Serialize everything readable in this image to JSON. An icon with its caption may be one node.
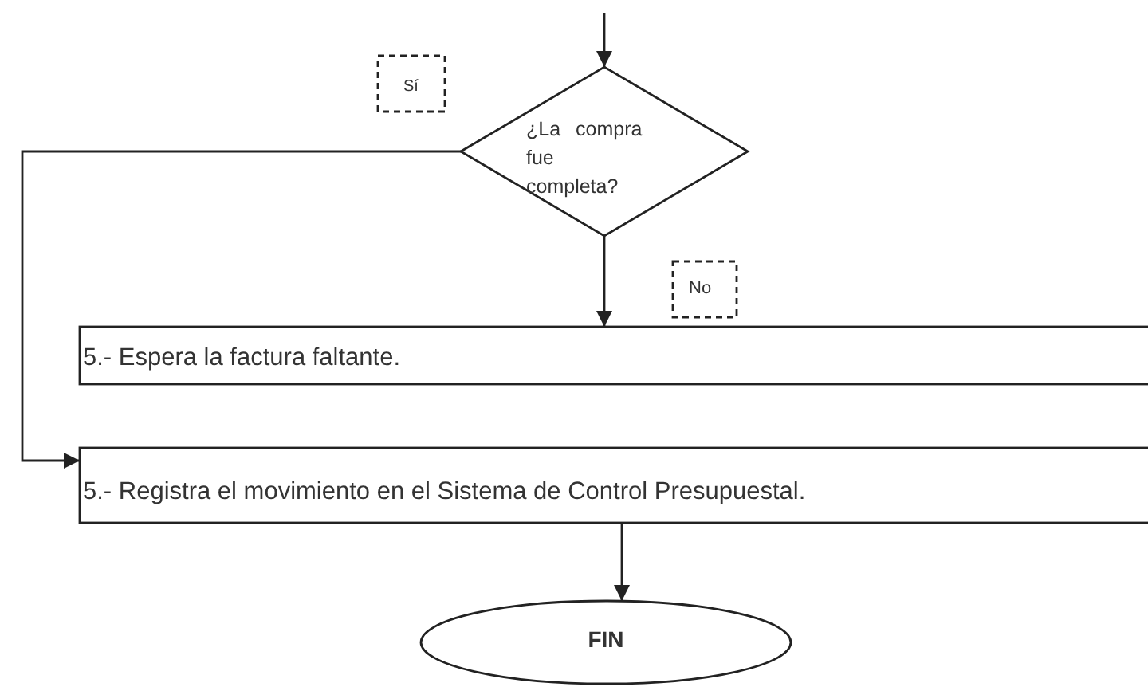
{
  "diagram": {
    "nodes": [
      {
        "text": [
          "Sí"
        ]
      },
      {
        "text": [
          "¿La compra fue completa?"
        ]
      },
      {
        "text": [
          "No"
        ]
      },
      {
        "text": [
          "5.- Espera la factura faltante."
        ]
      },
      {
        "text": [
          "5.- Registra el movimiento en el Sistema de Control Presupuestal."
        ]
      },
      {
        "text": [
          "FIN"
        ]
      }
    ],
    "edges": [
      {
        "from": null,
        "to": 1,
        "arrow": "to"
      },
      {
        "from": 1,
        "to": 3,
        "arrow": "to"
      },
      {
        "from": 1,
        "to": 4,
        "arrow": "to"
      },
      {
        "from": 4,
        "to": 5,
        "arrow": "to"
      }
    ]
  }
}
